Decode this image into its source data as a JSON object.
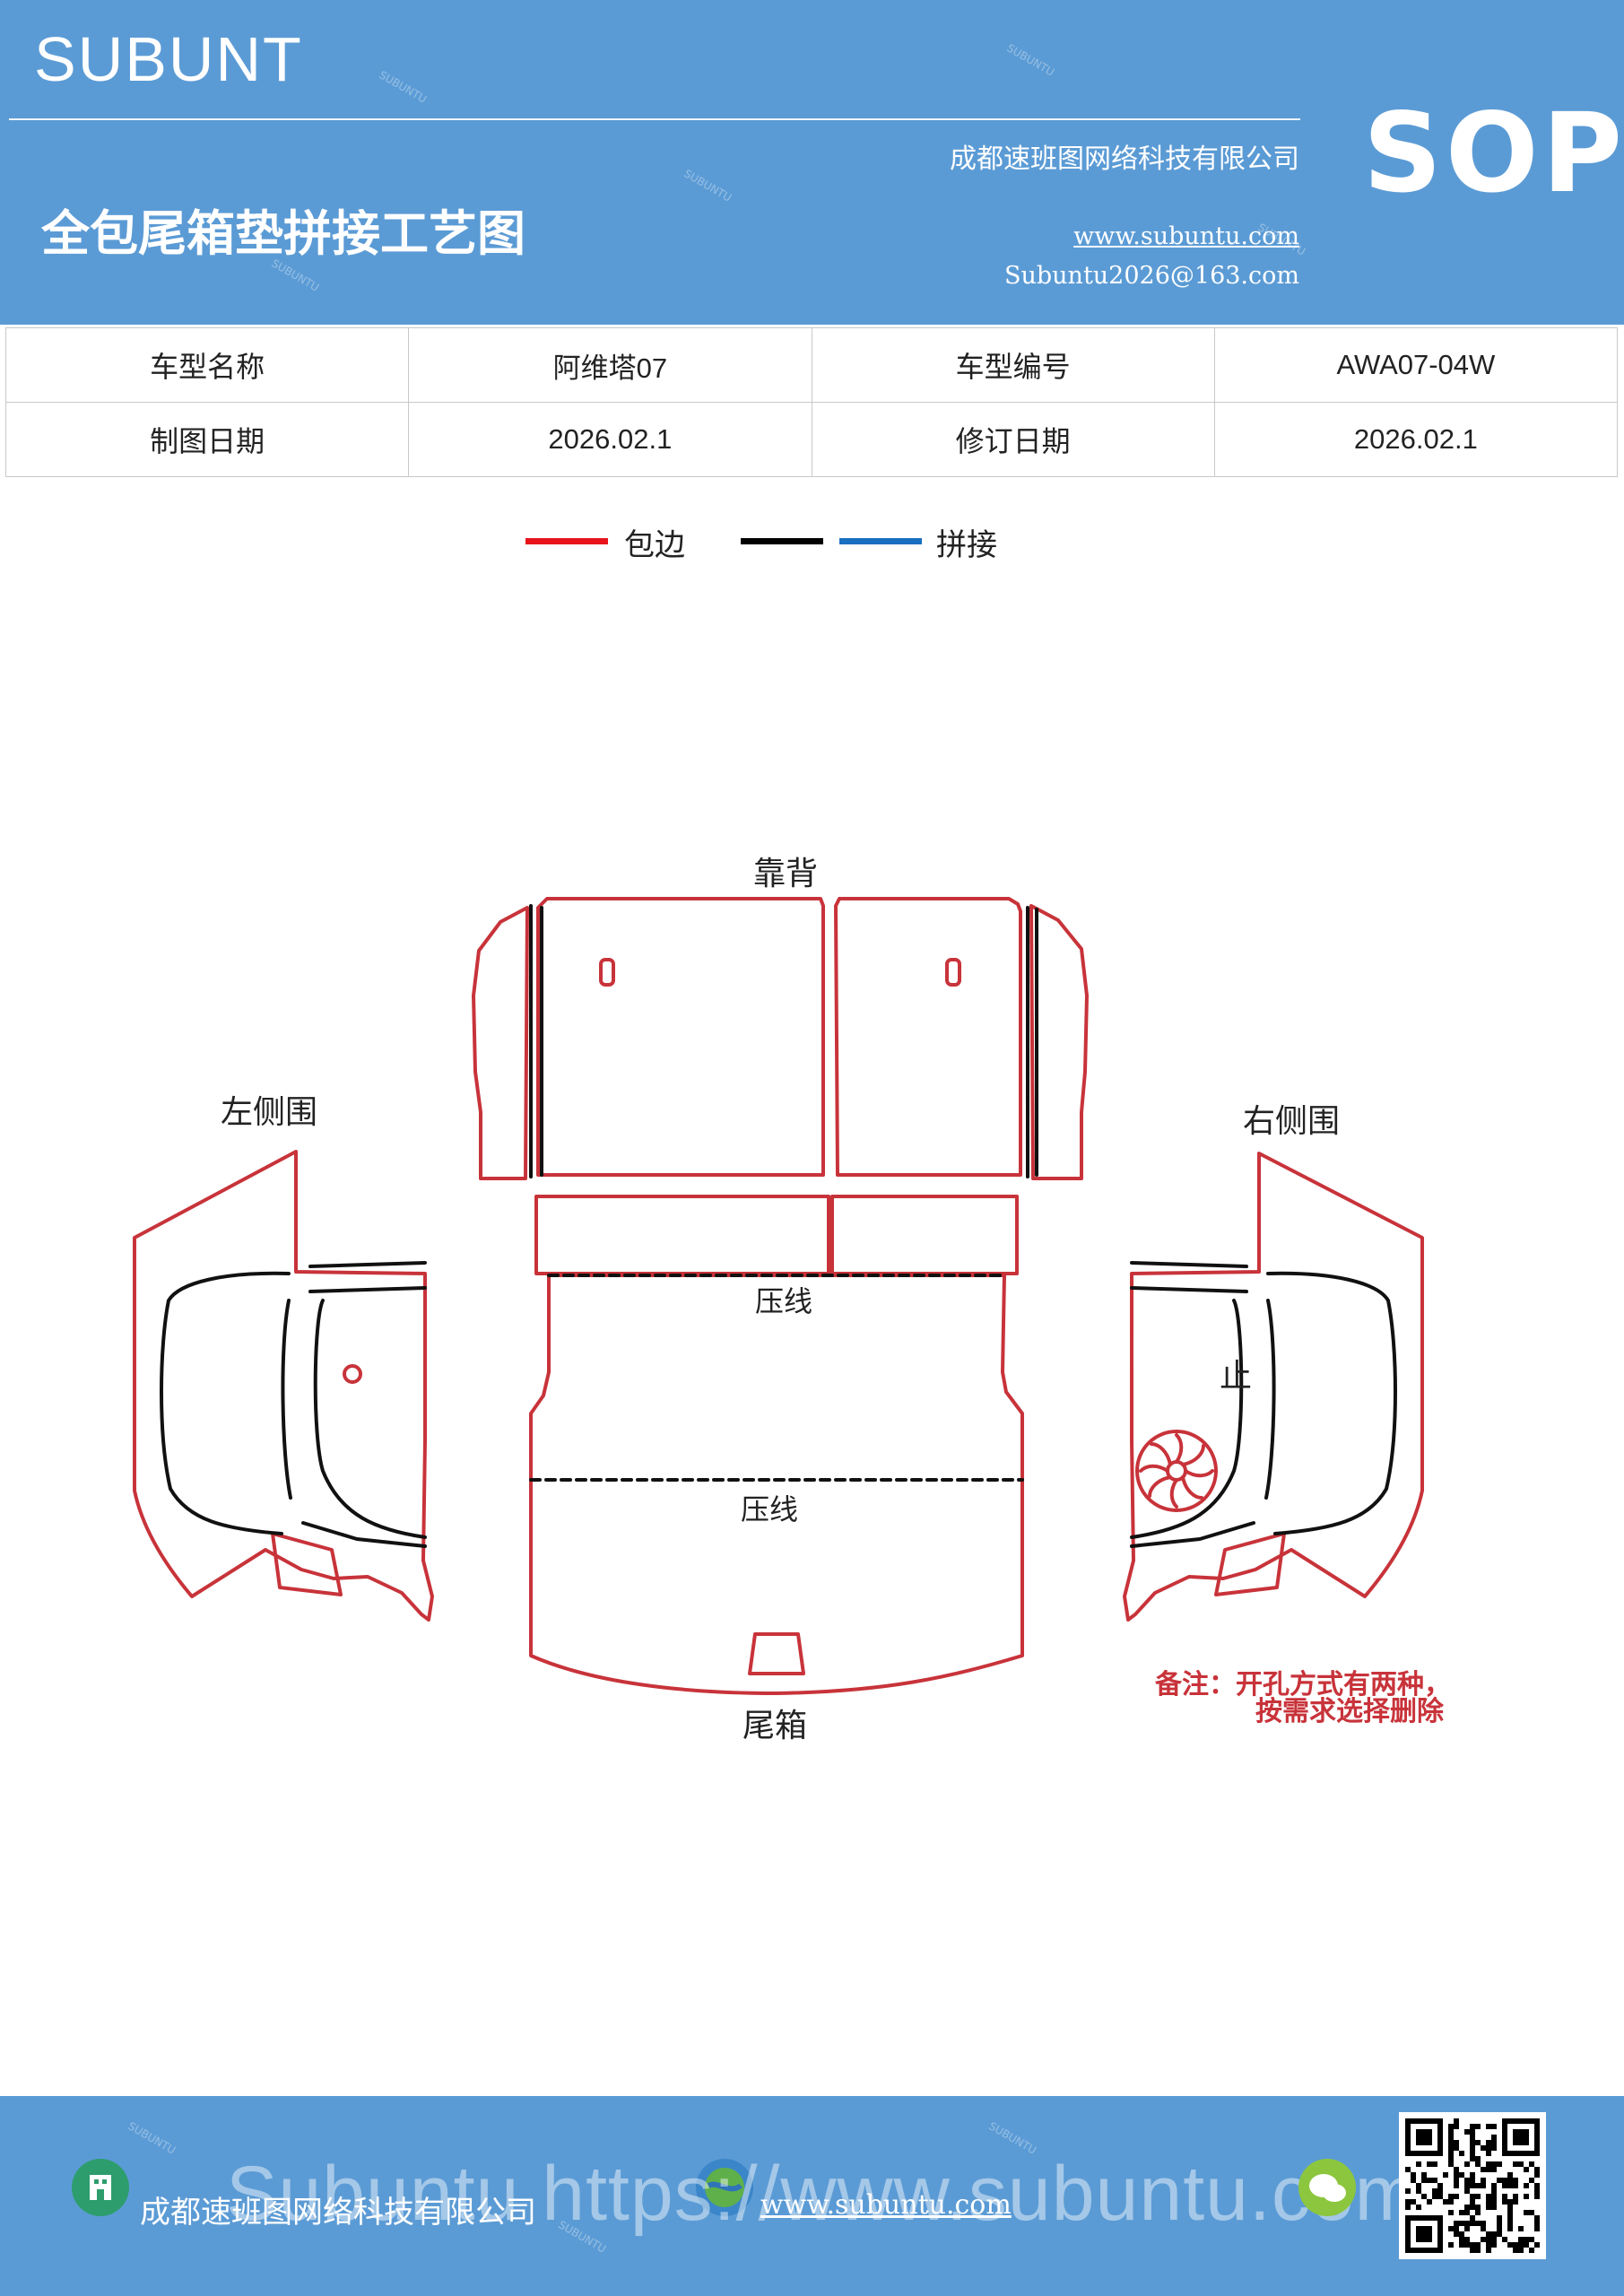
{
  "header": {
    "brand": "SUBUNT",
    "badge": "SOP",
    "company": "成都速班图网络科技有限公司",
    "title": "全包尾箱垫拼接工艺图",
    "website": "www.subuntu.com",
    "email": "Subuntu2026@163.com",
    "bg_color": "#5b9bd5"
  },
  "info_table": {
    "rows": [
      [
        "车型名称",
        "阿维塔07",
        "车型编号",
        "AWA07-04W"
      ],
      [
        "制图日期",
        "2026.02.1",
        "修订日期",
        "2026.02.1"
      ]
    ]
  },
  "legend": {
    "items": [
      {
        "label": "包边",
        "color": "#e8141c"
      },
      {
        "label": "",
        "color": "#000000"
      },
      {
        "label": "拼接",
        "color": "#1a6fc0"
      }
    ]
  },
  "diagram": {
    "labels": {
      "backrest": "靠背",
      "left_side": "左侧围",
      "right_side": "右侧围",
      "press_line_1": "压线",
      "press_line_2": "压线",
      "trunk": "尾箱",
      "right_mark": "止"
    },
    "note_line1": "备注：开孔方式有两种，",
    "note_line2": "按需求选择删除",
    "edge_color": "#c8333a",
    "seam_color": "#111111",
    "note_color": "#c8333a"
  },
  "footer": {
    "company": "成都速班图网络科技有限公司",
    "website": "www.subuntu.com",
    "big_text": "Subuntu https://www.subuntu.com",
    "bg_color": "#5b9bd5"
  }
}
